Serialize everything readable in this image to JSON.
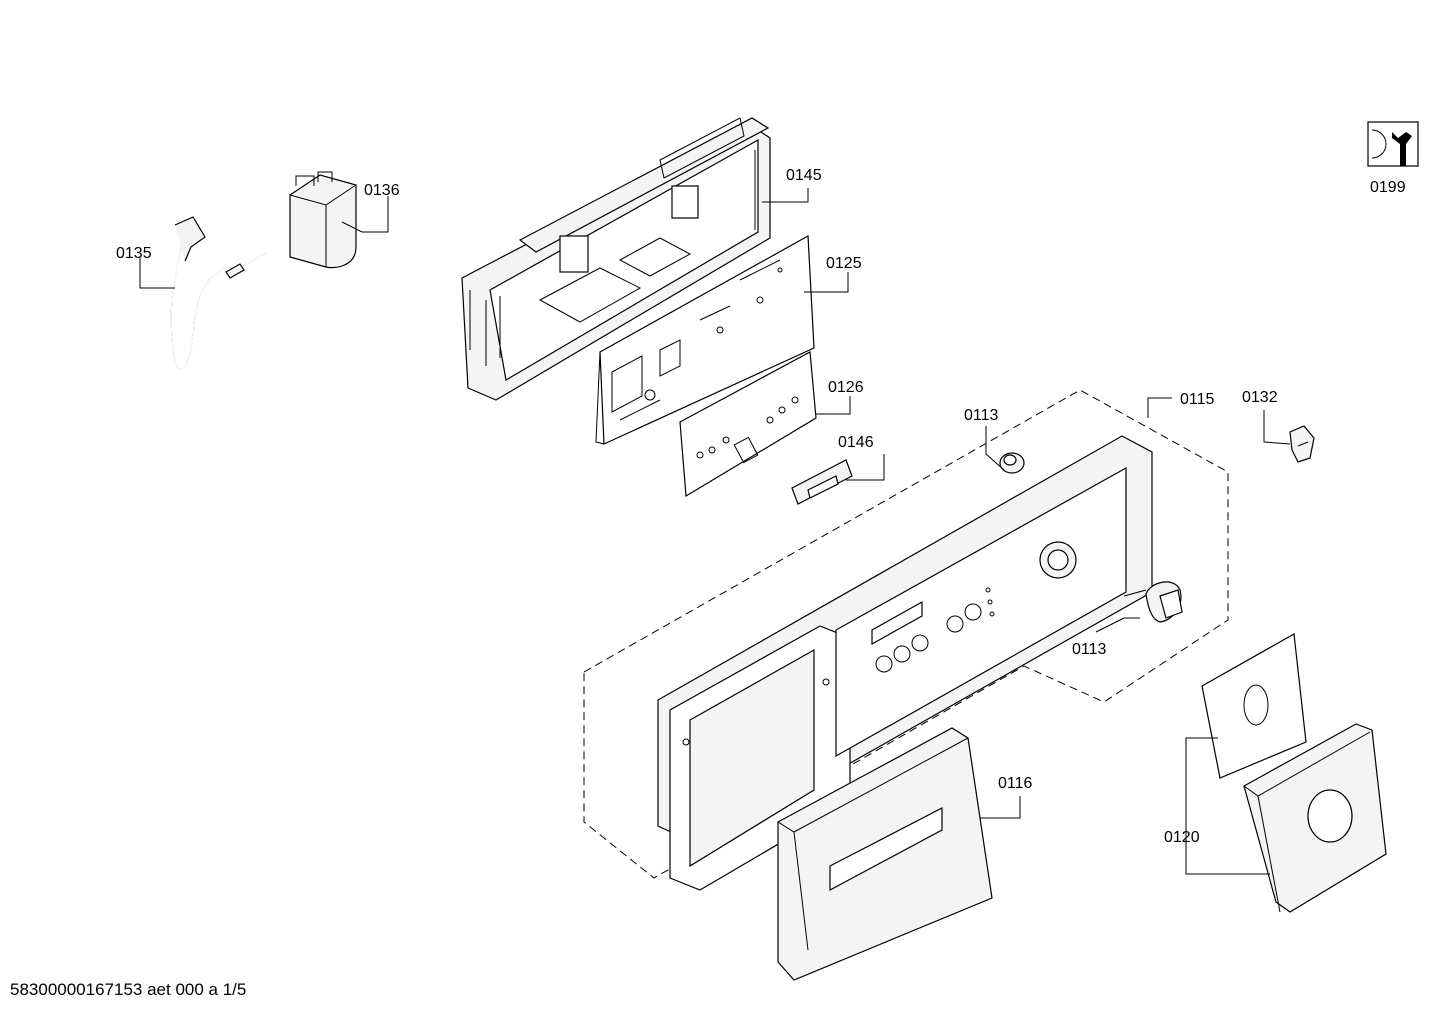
{
  "labels": {
    "p0135": "0135",
    "p0136": "0136",
    "p0145": "0145",
    "p0125": "0125",
    "p0126": "0126",
    "p0146": "0146",
    "p0113a": "0113",
    "p0113b": "0113",
    "p0115": "0115",
    "p0132": "0132",
    "p0199": "0199",
    "p0116": "0116",
    "p0120": "0120"
  },
  "footer": "58300000167153 aet 000 a 1/5",
  "icons": {
    "service": "wrench-icon"
  }
}
